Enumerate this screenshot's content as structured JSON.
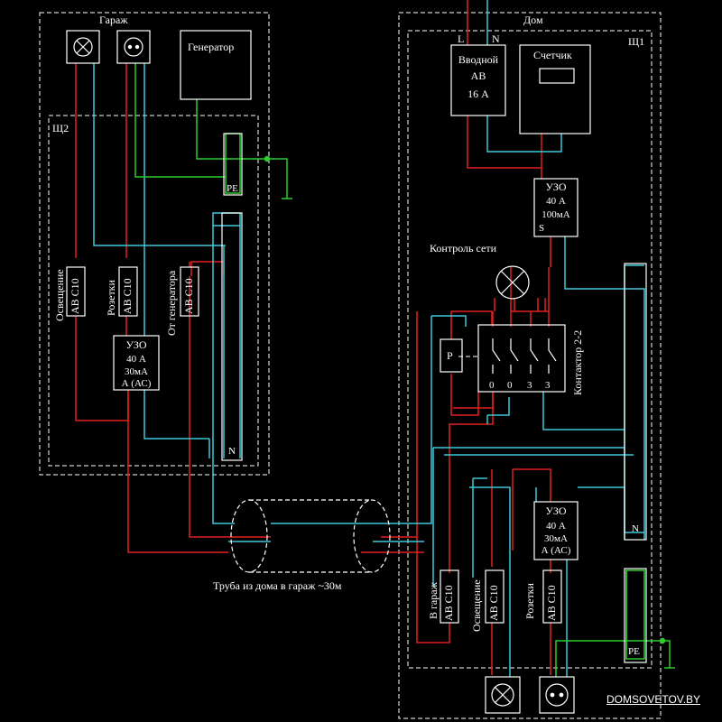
{
  "colors": {
    "background": "#000000",
    "phase": "#e02020",
    "neutral": "#3cc8d8",
    "ground": "#2ecc2e",
    "boundary": "#ffffff"
  },
  "garage": {
    "title": "Гараж",
    "generator": "Генератор",
    "panel": "Щ2",
    "pe_bus": "PE",
    "n_bus": "N",
    "breaker_lighting": {
      "name": "Освещение",
      "rating": "АВ С10"
    },
    "breaker_sockets": {
      "name": "Розетки",
      "rating": "АВ С10"
    },
    "breaker_generator": {
      "name": "От генератора",
      "rating": "АВ С10"
    },
    "rcd": [
      "УЗО",
      "40 А",
      "30мА",
      "А (АС)"
    ],
    "lamp_icon": "lamp-icon",
    "socket_icon": "socket-icon"
  },
  "house": {
    "title": "Дом",
    "panel": "Щ1",
    "phase_label": "L",
    "neutral_label": "N",
    "input_breaker": [
      "Вводной",
      "АВ",
      "16 А"
    ],
    "meter": "Счетчик",
    "main_rcd": [
      "УЗО",
      "40 А",
      "100мА",
      "S"
    ],
    "network_control": "Контроль сети",
    "relay": "Р",
    "contactor_label": "Контактор 2-2",
    "contactor_contacts": [
      "0",
      "0",
      "3",
      "3"
    ],
    "rcd": [
      "УЗО",
      "40 А",
      "30мА",
      "А (АС)"
    ],
    "breaker_garage": {
      "name": "В гараж",
      "rating": "АВ С10"
    },
    "breaker_lighting": {
      "name": "Освещение",
      "rating": "АВ С10"
    },
    "breaker_sockets": {
      "name": "Розетки",
      "rating": "АВ С10"
    },
    "n_bus": "N",
    "pe_bus": "PE",
    "lamp_icon": "lamp-icon",
    "socket_icon": "socket-icon"
  },
  "pipe_label": "Труба из дома в гараж ~30м",
  "watermark": "DOMSOVETOV.BY"
}
